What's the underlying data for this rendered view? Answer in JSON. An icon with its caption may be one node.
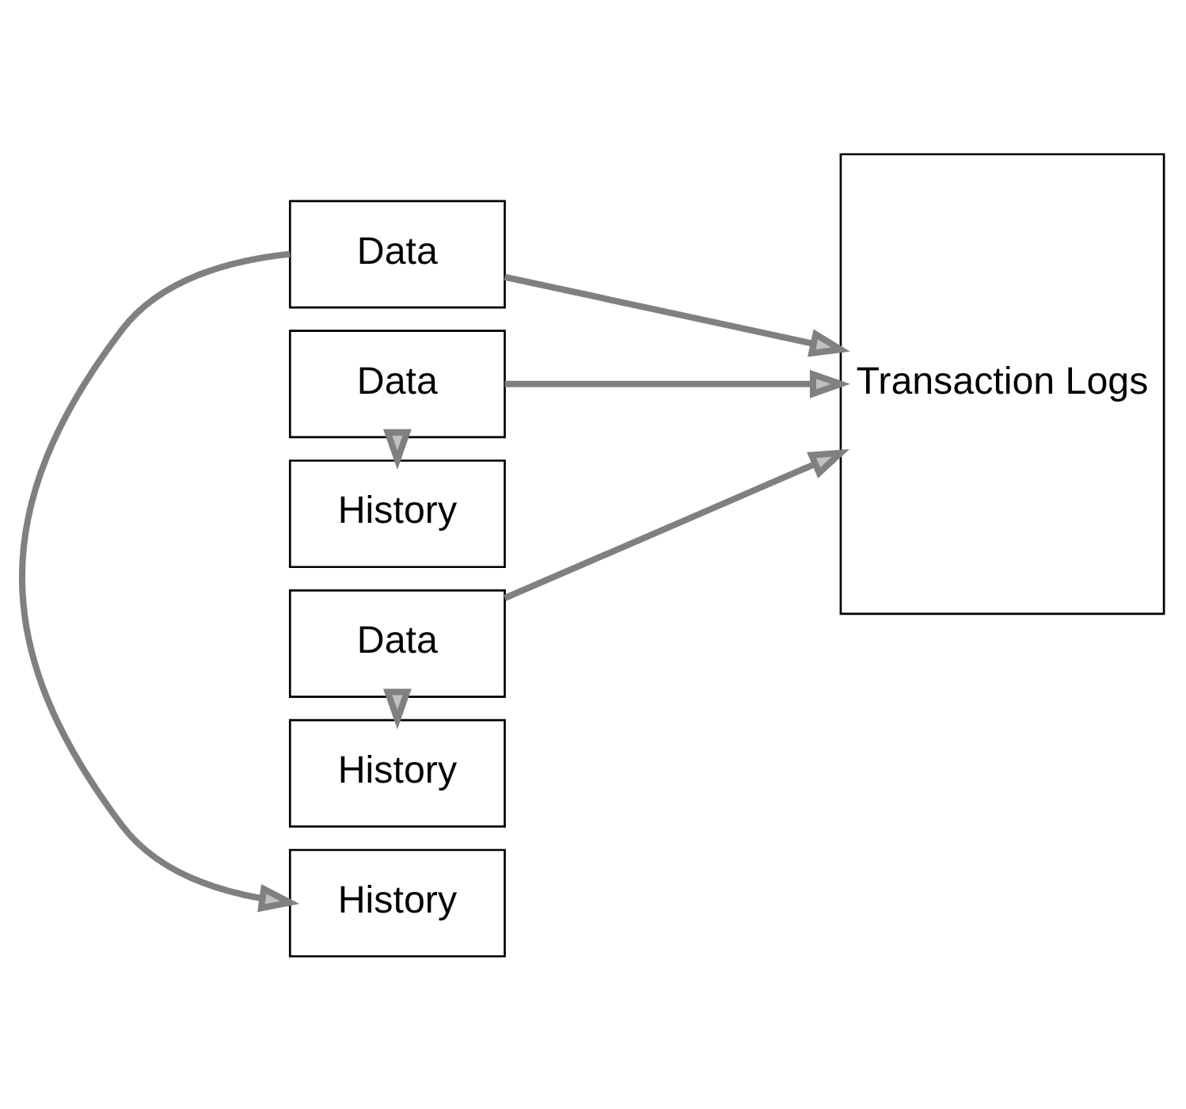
{
  "diagram": {
    "nodes": [
      {
        "text": [
          "Data"
        ]
      },
      {
        "text": [
          "History"
        ]
      },
      {
        "text": [
          "Data"
        ]
      },
      {
        "text": [
          "History"
        ]
      },
      {
        "text": [
          "Data"
        ]
      },
      {
        "text": [
          "History"
        ]
      },
      {
        "text": [
          "Transaction Logs"
        ]
      }
    ],
    "edges": [
      {
        "from": 0,
        "to": 1,
        "arrow": "to"
      },
      {
        "from": 2,
        "to": 3,
        "arrow": "to"
      },
      {
        "from": 4,
        "to": 5,
        "arrow": "to"
      },
      {
        "from": 0,
        "to": 6,
        "arrow": "to"
      },
      {
        "from": 2,
        "to": 6,
        "arrow": "to"
      },
      {
        "from": 4,
        "to": 6,
        "arrow": "to"
      }
    ]
  }
}
